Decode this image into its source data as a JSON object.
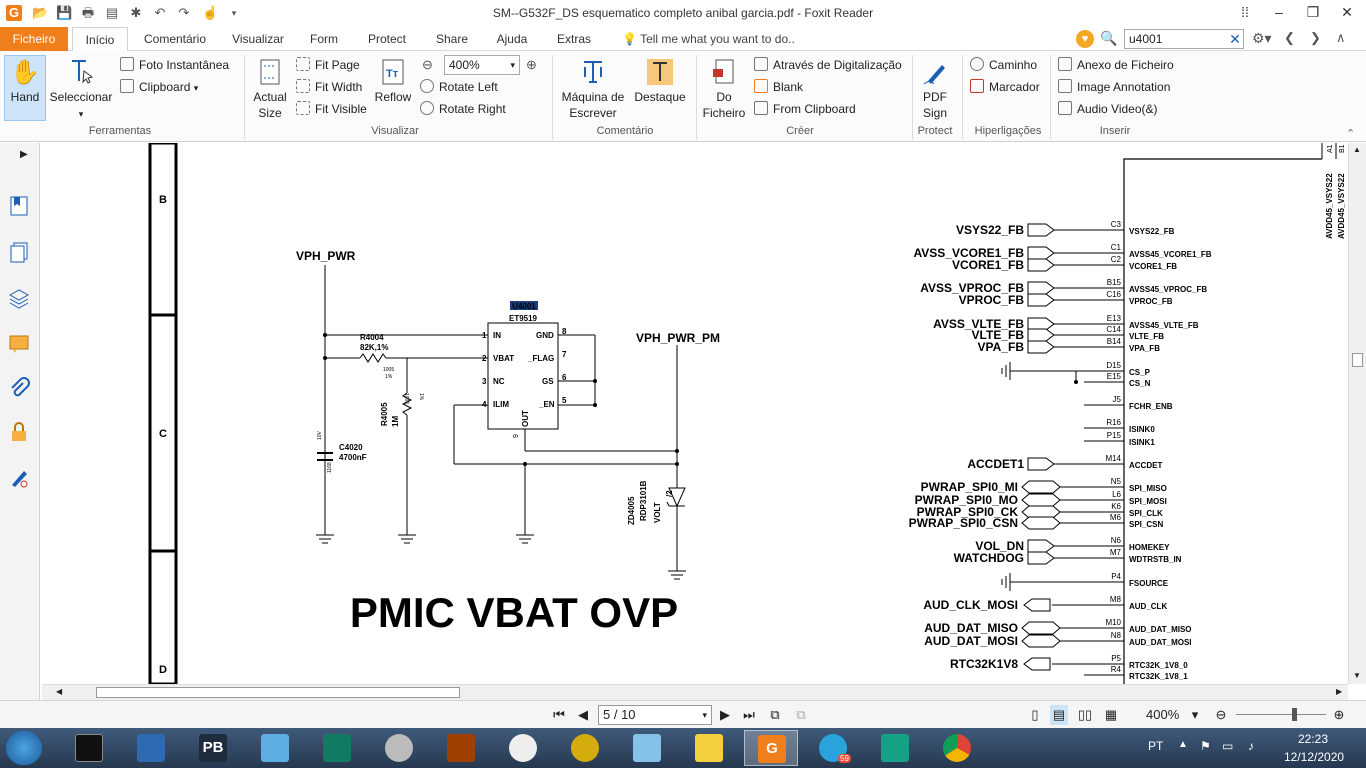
{
  "window": {
    "title": "SM--G532F_DS esquematico completo anibal garcia.pdf - Foxit Reader"
  },
  "tabs": {
    "file": "Ficheiro",
    "items": [
      "Início",
      "Comentário",
      "Visualizar",
      "Form",
      "Protect",
      "Share",
      "Ajuda",
      "Extras"
    ],
    "tell_me": "Tell me what you want to do..",
    "search_value": "u4001"
  },
  "ribbon": {
    "tools": {
      "hand": "Hand",
      "select": "Seleccionar",
      "snapshot": "Foto Instantânea",
      "clipboard": "Clipboard",
      "group": "Ferramentas"
    },
    "view": {
      "actual_size_1": "Actual",
      "actual_size_2": "Size",
      "fit_page": "Fit Page",
      "fit_width": "Fit Width",
      "fit_visible": "Fit Visible",
      "reflow": "Reflow",
      "zoom": "400%",
      "rotate_left": "Rotate Left",
      "rotate_right": "Rotate Right",
      "group": "Visualizar"
    },
    "comment": {
      "typewriter_1": "Máquina de",
      "typewriter_2": "Escrever",
      "highlight": "Destaque",
      "group": "Comentário"
    },
    "create": {
      "from_file_1": "Do",
      "from_file_2": "Ficheiro",
      "from_scanner": "Através de Digitalização",
      "blank": "Blank",
      "from_clipboard": "From Clipboard",
      "group": "Créer"
    },
    "protect": {
      "pdf_sign_1": "PDF",
      "pdf_sign_2": "Sign",
      "group": "Protect"
    },
    "links": {
      "path": "Caminho",
      "bookmark": "Marcador",
      "group": "Hiperligações"
    },
    "insert": {
      "attachment": "Anexo de Ficheiro",
      "image_annotation": "Image Annotation",
      "audio_video": "Audio  Video(&)",
      "group": "Inserir"
    }
  },
  "schematic": {
    "frame_labels": [
      "B",
      "C",
      "D"
    ],
    "title": "PMIC VBAT OVP",
    "vph_pwr": "VPH_PWR",
    "vph_pwr_pm": "VPH_PWR_PM",
    "ic_ref": "U4001",
    "ic_part": "ET9519",
    "ic_pins_left": [
      {
        "num": "1",
        "name": "IN"
      },
      {
        "num": "2",
        "name": "VBAT"
      },
      {
        "num": "3",
        "name": "NC"
      },
      {
        "num": "4",
        "name": "ILIM"
      }
    ],
    "ic_pins_right": [
      {
        "num": "8",
        "name": "GND"
      },
      {
        "num": "7",
        "name": "_FLAG"
      },
      {
        "num": "6",
        "name": "GS"
      },
      {
        "num": "5",
        "name": "_EN"
      }
    ],
    "ic_out": "OUT",
    "ic_out_num": "9",
    "r4004": {
      "ref": "R4004",
      "value": "82K,1%",
      "size": "1005",
      "tol": "1%"
    },
    "r4005": {
      "ref": "R4005",
      "value": "1M",
      "size": "1005",
      "tol": "1%"
    },
    "c4020": {
      "ref": "C4020",
      "value": "4700nF",
      "voltage": "10V",
      "size": "1168"
    },
    "zd4005": {
      "ref": "ZD4005",
      "part": "RDP3101B",
      "type": "VOLT",
      "pin": "/2"
    },
    "pmic_top": [
      "AVDD45_VSYS22",
      "AVDD45_VSYS22"
    ],
    "pmic_top_pins": [
      "A1",
      "B1"
    ],
    "pmic_signals": [
      {
        "net": "VSYS22_FB",
        "pin": "C3",
        "name": "VSYS22_FB",
        "kind": "in"
      },
      {
        "net": "AVSS_VCORE1_FB",
        "pin": "C1",
        "name": "AVSS45_VCORE1_FB",
        "kind": "in"
      },
      {
        "net": "VCORE1_FB",
        "pin": "C2",
        "name": "VCORE1_FB",
        "kind": "in"
      },
      {
        "net": "AVSS_VPROC_FB",
        "pin": "B15",
        "name": "AVSS45_VPROC_FB",
        "kind": "in"
      },
      {
        "net": "VPROC_FB",
        "pin": "C16",
        "name": "VPROC_FB",
        "kind": "in"
      },
      {
        "net": "AVSS_VLTE_FB",
        "pin": "E13",
        "name": "AVSS45_VLTE_FB",
        "kind": "in"
      },
      {
        "net": "VLTE_FB",
        "pin": "C14",
        "name": "VLTE_FB",
        "kind": "in"
      },
      {
        "net": "VPA_FB",
        "pin": "B14",
        "name": "VPA_FB",
        "kind": "in"
      },
      {
        "net": "",
        "pin": "D15",
        "name": "CS_P",
        "kind": "gnd"
      },
      {
        "net": "",
        "pin": "E15",
        "name": "CS_N",
        "kind": "none"
      },
      {
        "net": "",
        "pin": "J5",
        "name": "FCHR_ENB",
        "kind": "none"
      },
      {
        "net": "",
        "pin": "R16",
        "name": "ISINK0",
        "kind": "none"
      },
      {
        "net": "",
        "pin": "P15",
        "name": "ISINK1",
        "kind": "none"
      },
      {
        "net": "ACCDET1",
        "pin": "M14",
        "name": "ACCDET",
        "kind": "in"
      },
      {
        "net": "PWRAP_SPI0_MI",
        "pin": "N5",
        "name": "SPI_MISO",
        "kind": "bi"
      },
      {
        "net": "PWRAP_SPI0_MO",
        "pin": "L6",
        "name": "SPI_MOSI",
        "kind": "bi"
      },
      {
        "net": "PWRAP_SPI0_CK",
        "pin": "K6",
        "name": "SPI_CLK",
        "kind": "bi"
      },
      {
        "net": "PWRAP_SPI0_CSN",
        "pin": "M6",
        "name": "SPI_CSN",
        "kind": "bi"
      },
      {
        "net": "VOL_DN",
        "pin": "N6",
        "name": "HOMEKEY",
        "kind": "in"
      },
      {
        "net": "WATCHDOG",
        "pin": "M7",
        "name": "WDTRSTB_IN",
        "kind": "in"
      },
      {
        "net": "",
        "pin": "P4",
        "name": "FSOURCE",
        "kind": "gnd"
      },
      {
        "net": "AUD_CLK_MOSI",
        "pin": "M8",
        "name": "AUD_CLK",
        "kind": "out"
      },
      {
        "net": "AUD_DAT_MISO",
        "pin": "M10",
        "name": "AUD_DAT_MISO",
        "kind": "bi"
      },
      {
        "net": "AUD_DAT_MOSI",
        "pin": "N8",
        "name": "AUD_DAT_MOSI",
        "kind": "bi"
      },
      {
        "net": "RTC32K1V8",
        "pin": "P5",
        "name": "RTC32K_1V8_0",
        "kind": "out"
      },
      {
        "net": "",
        "pin": "R4",
        "name": "RTC32K_1V8_1",
        "kind": "none"
      }
    ]
  },
  "status": {
    "page": "5 / 10",
    "zoom": "400%"
  },
  "taskbar": {
    "lang": "PT",
    "time": "22:23",
    "date": "12/12/2020",
    "telegram_badge": "59"
  },
  "colors": {
    "accent": "#f07e1b",
    "ribbon_bg": "#fbfbfb",
    "hand_active": "#cde3f7",
    "taskbar": "#2c4059"
  }
}
